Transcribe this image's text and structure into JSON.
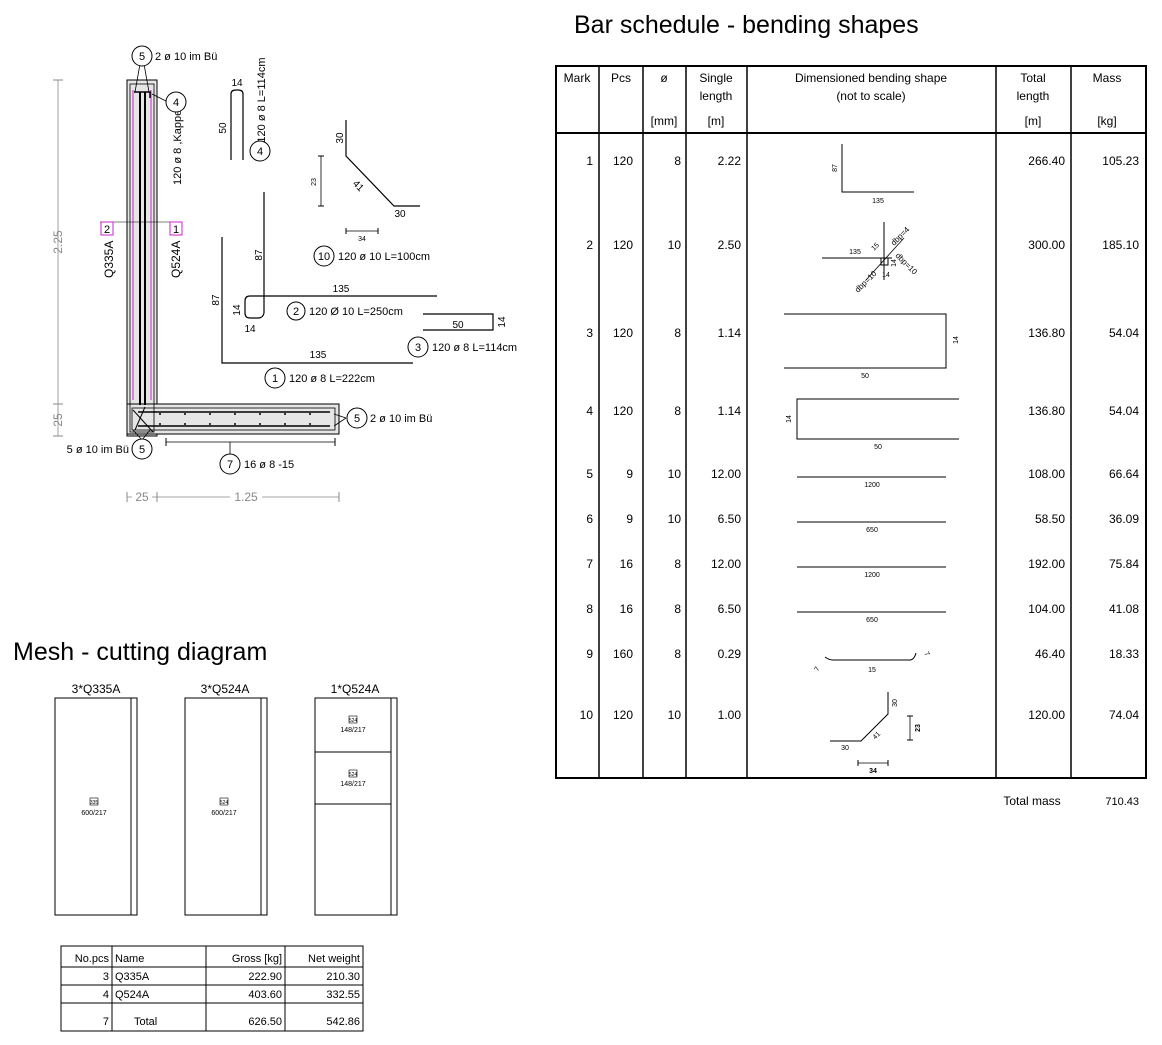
{
  "detail": {
    "labels": {
      "b5_top": "2 ø 10 im Bü",
      "b5_left": "5 ø 10 im Bü",
      "b5_right": "2 ø 10 im Bü",
      "b4_kappe": "120 ø 8 ,Kappe",
      "b7": "16 ø 8 -15",
      "mesh_left": "Q335A",
      "mesh_right": "Q524A",
      "mesh_tag_left": "2",
      "mesh_tag_right": "1"
    },
    "dims": {
      "height_upper": "2.25",
      "height_lower": "25",
      "width_left": "25",
      "width_right": "1.25"
    },
    "bars": {
      "b4_text": "120 ø 8 L=114cm",
      "b4_d50": "50",
      "b4_d14": "14",
      "b10_text": "120 ø 10 L=100cm",
      "b10_d30a": "30",
      "b10_d41": "41",
      "b10_d30b": "30",
      "b10_d34": "34",
      "b10_d23": "23",
      "b2_text": "120 Ø 10 L=250cm",
      "b2_d87": "87",
      "b2_d135": "135",
      "b2_d14a": "14",
      "b2_d14b": "14",
      "b3_text": "120 ø 8 L=114cm",
      "b3_d50": "50",
      "b3_d14": "14",
      "b1_text": "120 ø 8 L=222cm",
      "b1_d87": "87",
      "b1_d135": "135"
    },
    "marks": [
      "1",
      "2",
      "3",
      "4",
      "5",
      "7",
      "10"
    ]
  },
  "bar_schedule": {
    "title": "Bar schedule - bending shapes",
    "headers": {
      "mark": "Mark",
      "pcs": "Pcs",
      "dia": "ø",
      "dia_unit": "[mm]",
      "single1": "Single",
      "single2": "length",
      "single_unit": "[m]",
      "shape1": "Dimensioned bending shape",
      "shape2": "(not to scale)",
      "total1": "Total",
      "total2": "length",
      "total_unit": "[m]",
      "mass": "Mass",
      "mass_unit": "[kg]"
    },
    "rows": [
      {
        "mark": "1",
        "pcs": "120",
        "dia": "8",
        "single": "2.22",
        "total": "266.40",
        "mass": "105.23"
      },
      {
        "mark": "2",
        "pcs": "120",
        "dia": "10",
        "single": "2.50",
        "total": "300.00",
        "mass": "185.10"
      },
      {
        "mark": "3",
        "pcs": "120",
        "dia": "8",
        "single": "1.14",
        "total": "136.80",
        "mass": "54.04"
      },
      {
        "mark": "4",
        "pcs": "120",
        "dia": "8",
        "single": "1.14",
        "total": "136.80",
        "mass": "54.04"
      },
      {
        "mark": "5",
        "pcs": "9",
        "dia": "10",
        "single": "12.00",
        "total": "108.00",
        "mass": "66.64"
      },
      {
        "mark": "6",
        "pcs": "9",
        "dia": "10",
        "single": "6.50",
        "total": "58.50",
        "mass": "36.09"
      },
      {
        "mark": "7",
        "pcs": "16",
        "dia": "8",
        "single": "12.00",
        "total": "192.00",
        "mass": "75.84"
      },
      {
        "mark": "8",
        "pcs": "16",
        "dia": "8",
        "single": "6.50",
        "total": "104.00",
        "mass": "41.08"
      },
      {
        "mark": "9",
        "pcs": "160",
        "dia": "8",
        "single": "0.29",
        "total": "46.40",
        "mass": "18.33"
      },
      {
        "mark": "10",
        "pcs": "120",
        "dia": "10",
        "single": "1.00",
        "total": "120.00",
        "mass": "74.04"
      }
    ],
    "shapes": {
      "r1": {
        "a": "87",
        "b": "135"
      },
      "r2": {
        "a": "135",
        "b": "14",
        "c": "14",
        "d": "dbp=4",
        "e": "dbp=10",
        "f": "dbp=10",
        "g": "15"
      },
      "r3": {
        "a": "14",
        "b": "50"
      },
      "r4": {
        "a": "14",
        "b": "50"
      },
      "r5": {
        "a": "1200"
      },
      "r6": {
        "a": "650"
      },
      "r7": {
        "a": "1200"
      },
      "r8": {
        "a": "650"
      },
      "r9": {
        "a": "7",
        "b": "15",
        "c": "7"
      },
      "r10": {
        "a": "30",
        "b": "41",
        "c": "30",
        "d": "23",
        "e": "34"
      }
    },
    "total_mass_label": "Total mass",
    "total_mass_value": "710.43"
  },
  "mesh": {
    "title": "Mesh - cutting diagram",
    "panels": [
      {
        "label": "3*Q335A",
        "code": "335",
        "dims": "600/217"
      },
      {
        "label": "3*Q524A",
        "code": "524",
        "dims": "600/217"
      },
      {
        "label": "1*Q524A",
        "pieces": [
          {
            "code": "524",
            "dims": "148/217"
          },
          {
            "code": "524",
            "dims": "148/217"
          }
        ]
      }
    ],
    "table": {
      "headers": {
        "nopcs": "No.pcs",
        "name": "Name",
        "gross": "Gross [kg]",
        "net": "Net weight"
      },
      "rows": [
        {
          "nopcs": "3",
          "name": "Q335A",
          "gross": "222.90",
          "net": "210.30"
        },
        {
          "nopcs": "4",
          "name": "Q524A",
          "gross": "403.60",
          "net": "332.55"
        }
      ],
      "total": {
        "nopcs": "7",
        "name": "Total",
        "gross": "626.50",
        "net": "542.86"
      }
    }
  }
}
